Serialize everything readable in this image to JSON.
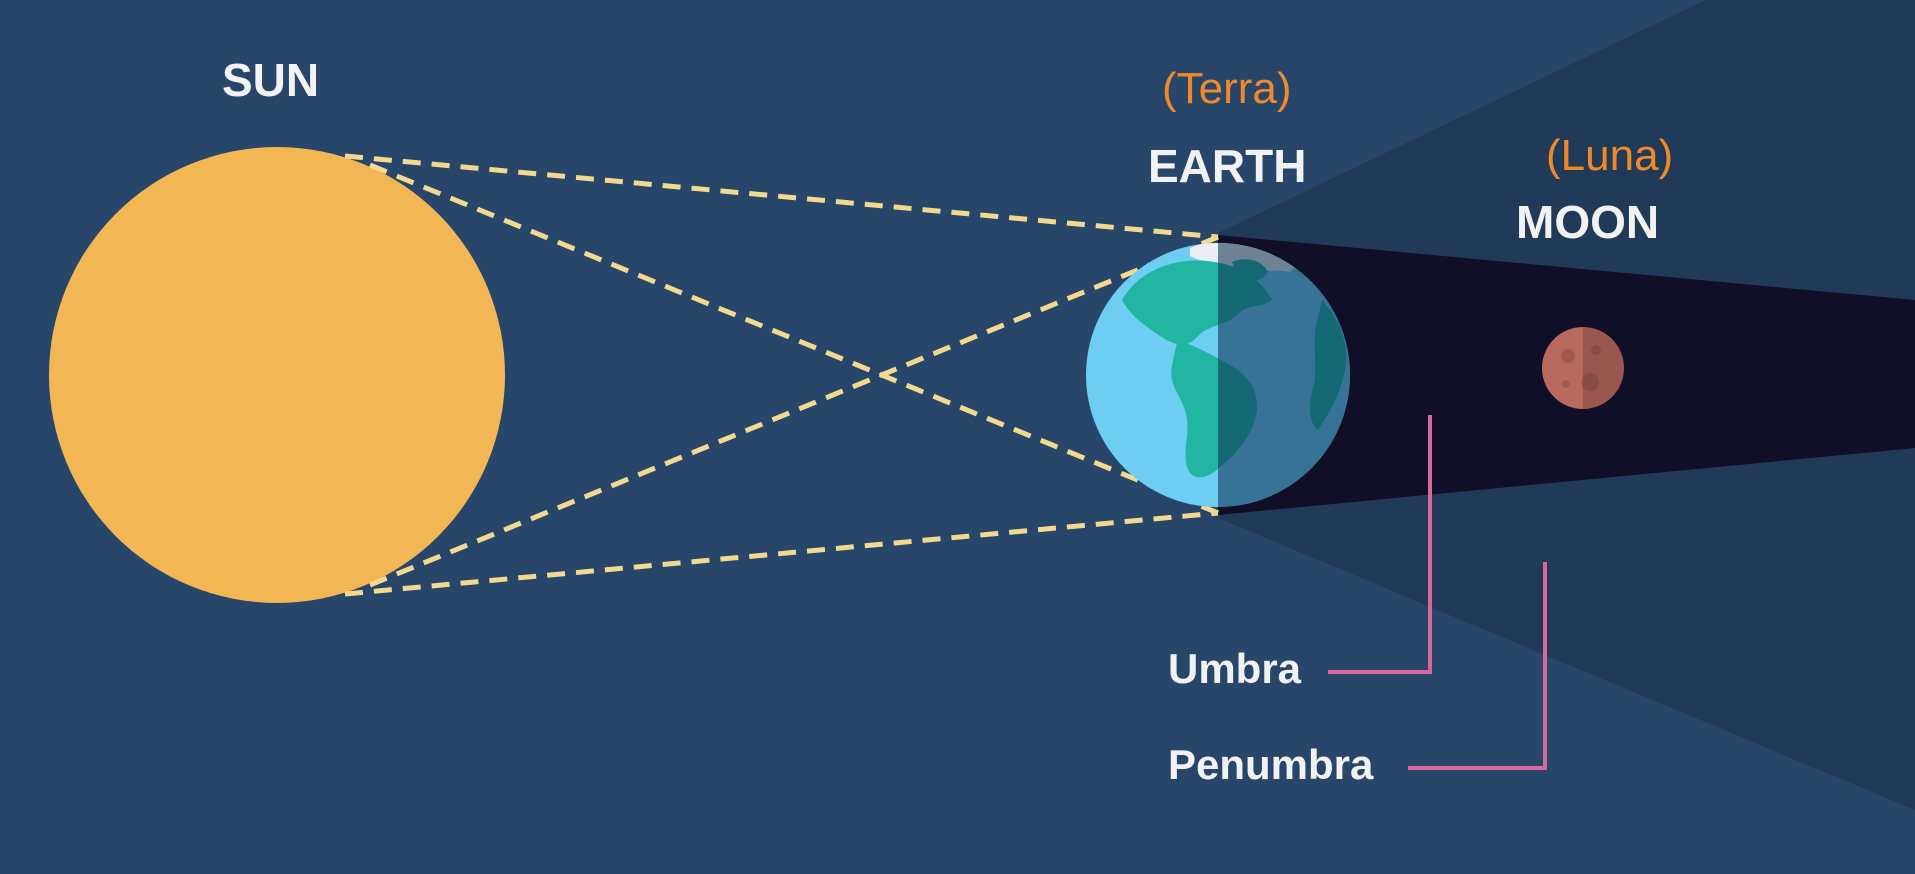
{
  "labels": {
    "sun": "SUN",
    "earth": "EARTH",
    "earth_latin": "(Terra)",
    "moon": "MOON",
    "moon_latin": "(Luna)",
    "umbra": "Umbra",
    "penumbra": "Penumbra"
  },
  "colors": {
    "background": "#27466a",
    "sun": "#f2b654",
    "umbra": "#110e27",
    "penumbra": "#213a57",
    "ray": "#f3d98f",
    "callout_line": "#d56a9a",
    "latin_label": "#ef8a2a",
    "main_label": "#f2f2f2",
    "earth_ocean_lit": "#6dcdf2",
    "earth_land": "#22b6a2",
    "earth_shadow_tint": "#0a2a4a",
    "moon": "#b86a5e"
  },
  "icons": [
    "sun-icon",
    "earth-icon",
    "moon-icon"
  ]
}
